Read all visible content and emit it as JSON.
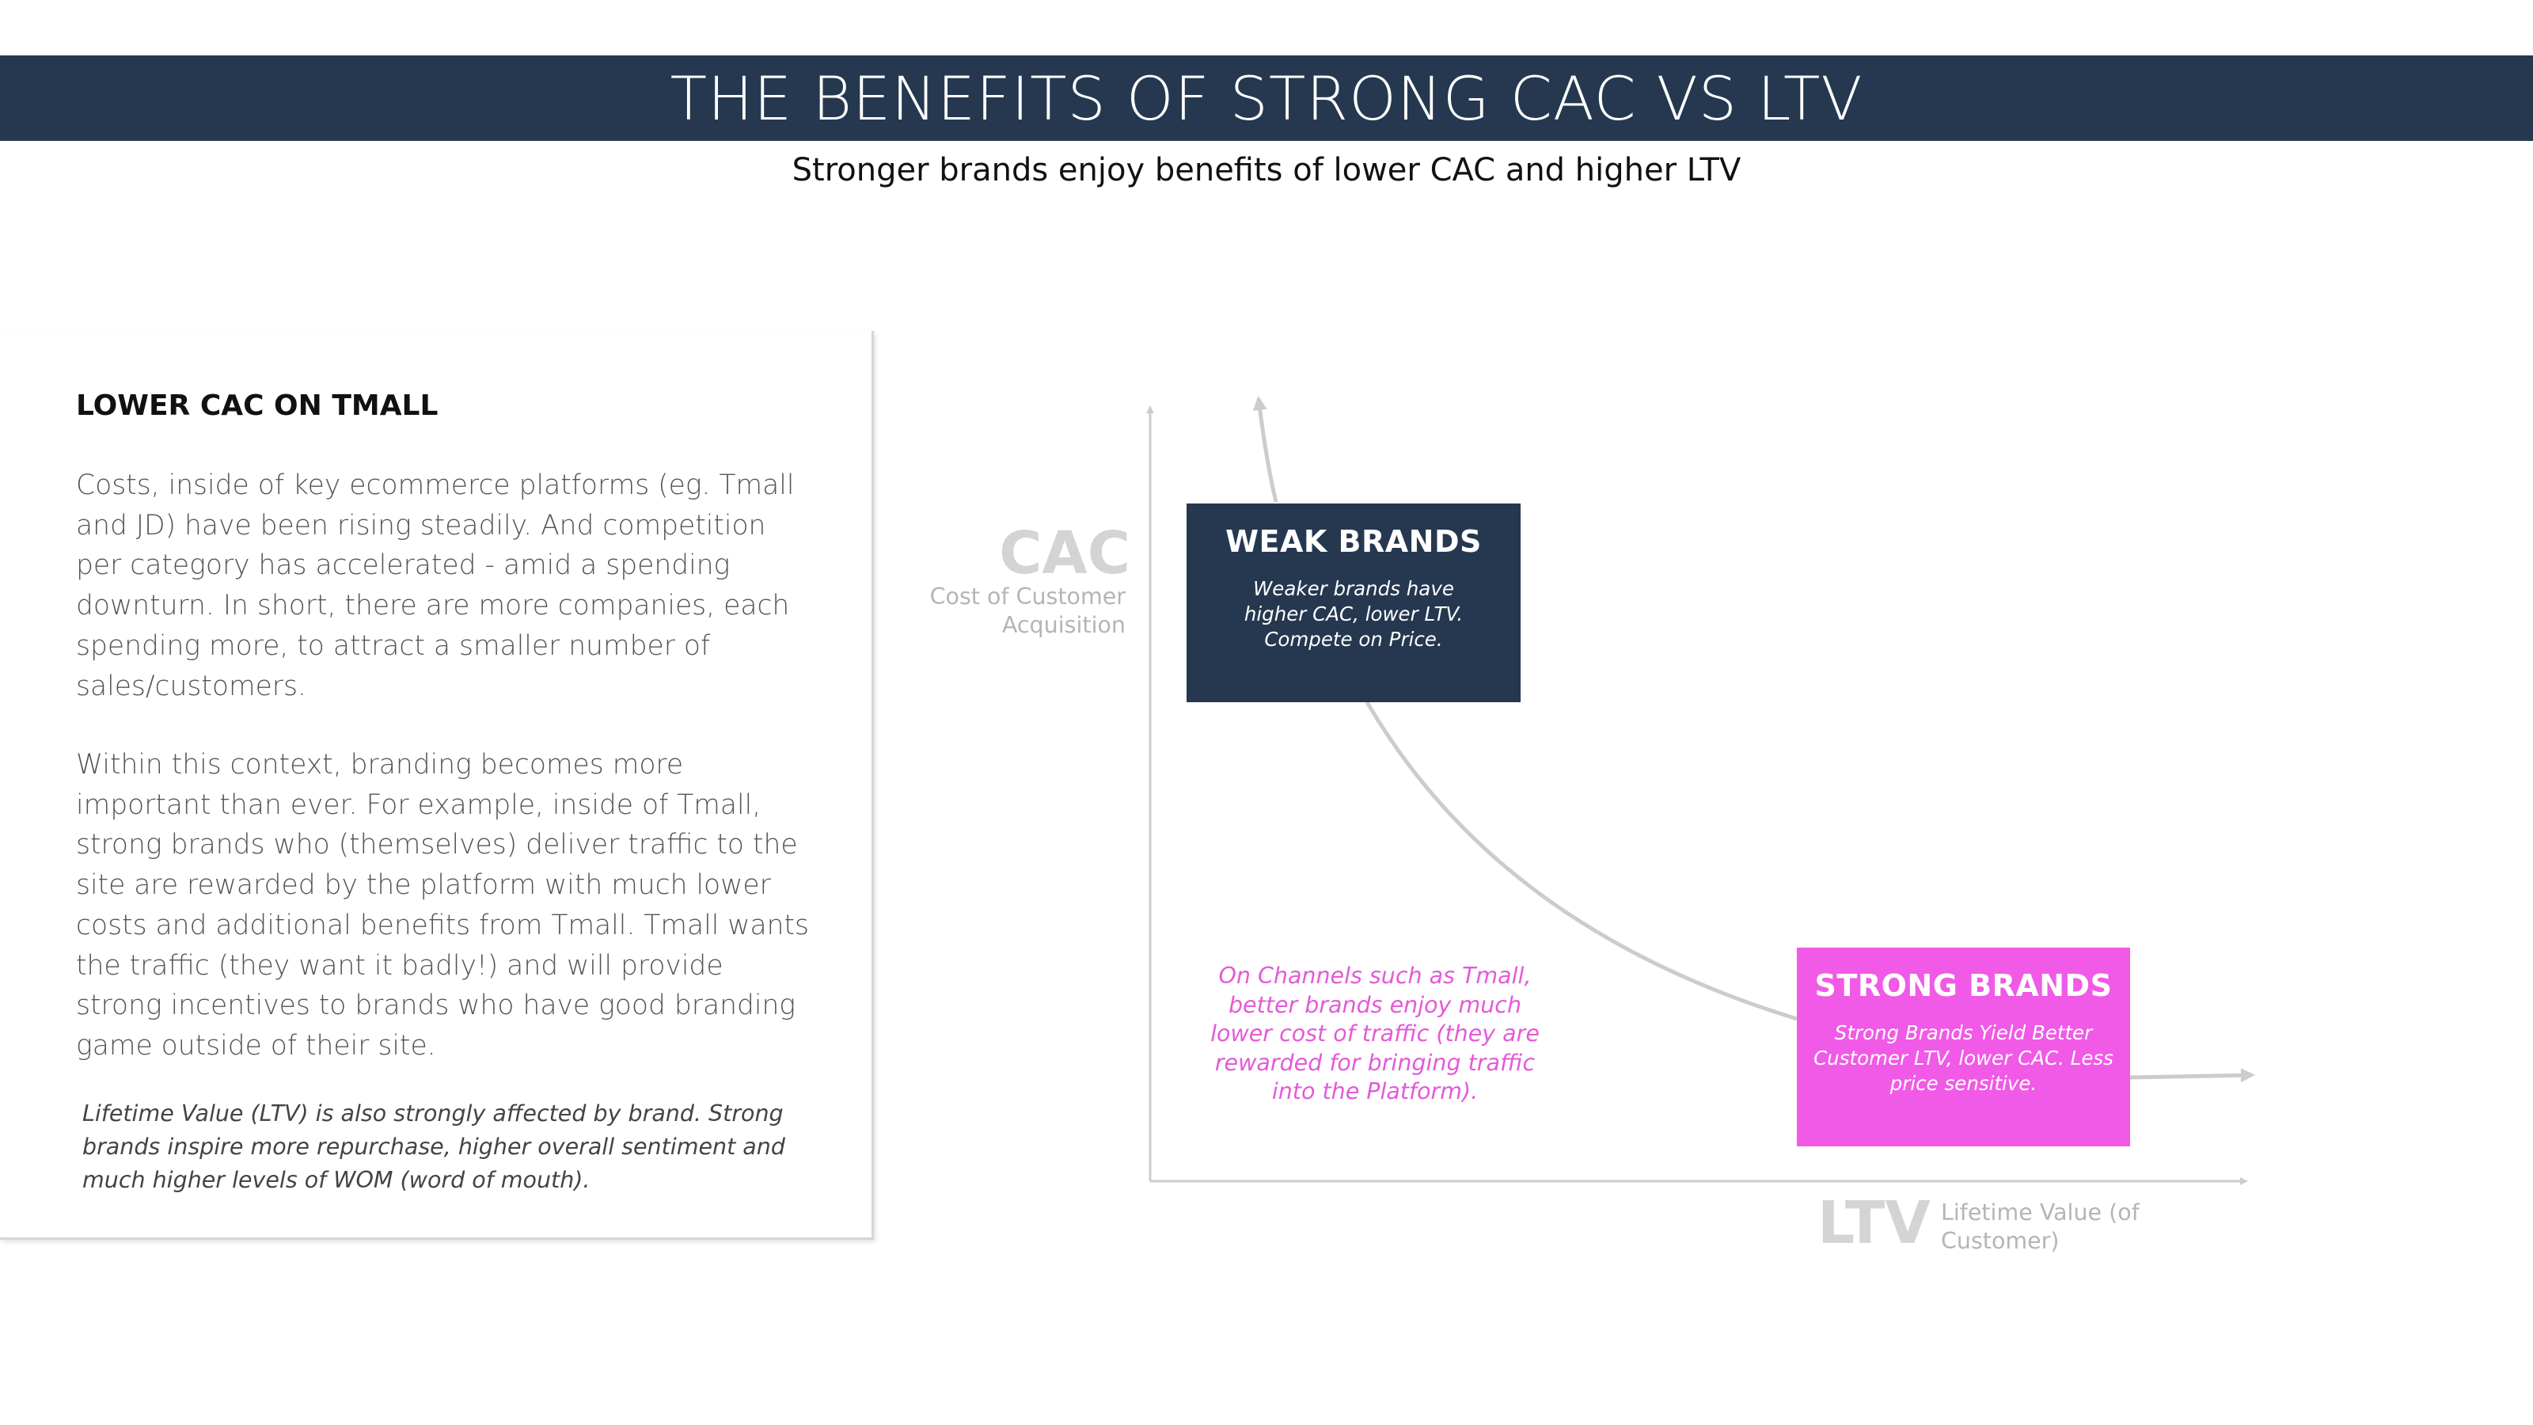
{
  "header": {
    "title": "THE BENEFITS OF STRONG CAC VS LTV",
    "subtitle": "Stronger brands enjoy benefits of lower CAC and higher LTV"
  },
  "panel": {
    "heading": "LOWER CAC ON TMALL",
    "paragraph1": "Costs, inside of key ecommerce platforms (eg. Tmall and JD) have been rising steadily. And competition per category has accelerated - amid a spending downturn. In short, there are more companies, each spending more, to attract a smaller number of sales/customers.",
    "paragraph2": "Within this context, branding becomes more important than ever. For example, inside of Tmall, strong brands who (themselves) deliver traffic to the site are rewarded by the platform with much lower costs and additional benefits from Tmall. Tmall wants the traffic (they want it badly!) and will provide strong incentives to brands who have good branding game outside of their site.",
    "note": "Lifetime Value (LTV) is also strongly affected by brand. Strong brands inspire more repurchase, higher overall sentiment and much higher levels of WOM (word of mouth)."
  },
  "diagram": {
    "y_axis": {
      "abbr": "CAC",
      "label": "Cost of Customer Acquisition"
    },
    "x_axis": {
      "abbr": "LTV",
      "label": "Lifetime Value (of Customer)"
    },
    "weak_box": {
      "title": "WEAK BRANDS",
      "text": "Weaker brands have higher CAC, lower LTV. Compete on Price."
    },
    "strong_box": {
      "title": "STRONG BRANDS",
      "text": "Strong Brands Yield Better Customer LTV, lower CAC. Less price sensitive."
    },
    "channel_note": "On Channels such as Tmall, better brands enjoy much lower cost of traffic (they are rewarded for bringing traffic into the Platform)."
  },
  "colors": {
    "navy": "#253850",
    "pink": "#f05ae6",
    "pink_text": "#e45ad8",
    "axis": "#cccccc"
  }
}
